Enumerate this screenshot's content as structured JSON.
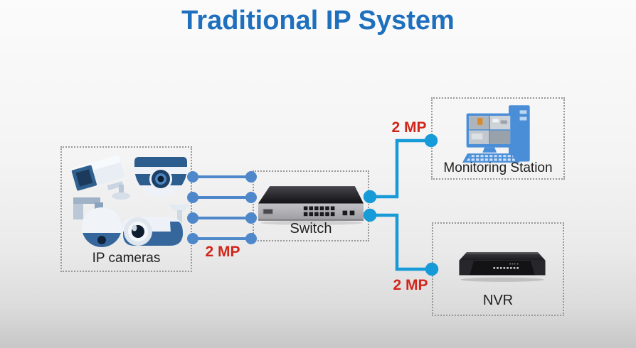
{
  "title": "Traditional IP System",
  "diagram": {
    "nodes": [
      {
        "id": "ip-cameras",
        "label": "IP cameras",
        "icons": [
          "box-camera-icon",
          "dome-camera-icon",
          "ptz-camera-icon",
          "bullet-camera-icon"
        ]
      },
      {
        "id": "switch",
        "label": "Switch",
        "icons": [
          "switch-icon"
        ]
      },
      {
        "id": "monitoring-station",
        "label": "Monitoring Station",
        "icons": [
          "monitoring-station-icon"
        ]
      },
      {
        "id": "nvr",
        "label": "NVR",
        "icons": [
          "nvr-icon"
        ]
      }
    ],
    "links": [
      {
        "from": "ip-cameras",
        "to": "switch",
        "label": "2 MP",
        "parallel_lines": 4
      },
      {
        "from": "switch",
        "to": "monitoring-station",
        "label": "2 MP",
        "parallel_lines": 1
      },
      {
        "from": "switch",
        "to": "nvr",
        "label": "2 MP",
        "parallel_lines": 1
      }
    ]
  },
  "colors": {
    "title_blue": "#1e6fbd",
    "mp_label_red": "#d1261c",
    "camera_to_switch_link": "#4e88cb",
    "switch_to_station_link": "#179ad8",
    "dashed_border_gray": "#979797"
  }
}
